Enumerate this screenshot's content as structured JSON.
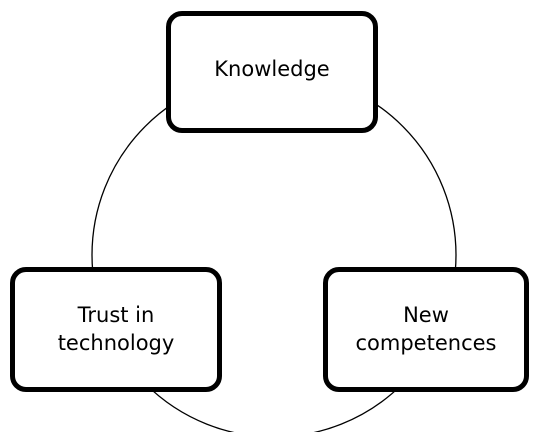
{
  "nodes": {
    "top": {
      "label": "Knowledge"
    },
    "left": {
      "label_line1": "Trust in",
      "label_line2": "technology"
    },
    "right": {
      "label_line1": "New",
      "label_line2": "competences"
    }
  },
  "colors": {
    "stroke": "#000000",
    "fill": "#ffffff"
  }
}
